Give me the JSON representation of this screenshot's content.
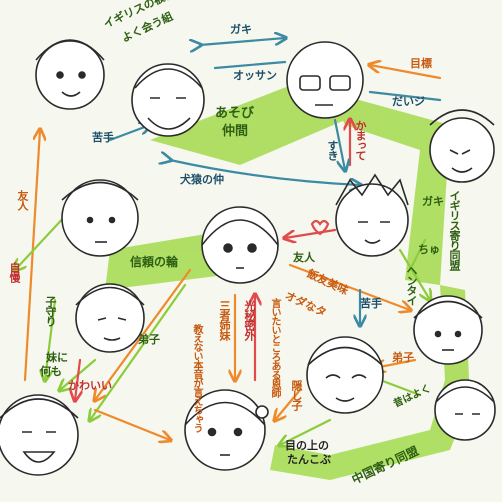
{
  "labels": {
    "igirisu_shodai": "イギリスの被害に",
    "yoku_au_kumi": "よく会う組",
    "gaki_top": "ガキ",
    "ossan": "オッサン",
    "mokuhyo": "目標",
    "daijobu": "だいジ",
    "asobi": "あそび",
    "nakama": "仲間",
    "nigate_left": "苦手",
    "kakatte": "かまって",
    "sukinda": "すき",
    "inuzaru": "犬猿の仲",
    "gaki_right": "ガキ",
    "igirisu_domei": "イギリス寄り同盟",
    "yuujin_left": "友人",
    "shinrai": "信頼の輪",
    "yuujin_mid": "友人",
    "hanshidai": "飯友美味",
    "nigate_mid": "苦手",
    "oreta_ni": "オダなタ",
    "hentai": "ヘンタイ",
    "chu": "ちゅ",
    "jiman": "自慢",
    "kosodate": "子守り",
    "imouto_ni": "妹に",
    "nanimo": "何も",
    "kawaii": "かわいい",
    "deshi_left": "弟子",
    "kyoikujo": "教えない本音が言えちゃう",
    "sanmitsu": "三者姉妹",
    "hikari": "光秘密外",
    "kenkyo": "言いたいところある恩師",
    "deshi_right": "弟子",
    "kakushi": "隠し子",
    "mukashi": "昔はよく",
    "me_no_ue": "目の上の",
    "tankobu": "たんこぶ",
    "chugoku_domei": "中国寄り同盟"
  },
  "colors": {
    "green_band": "#a9dc57",
    "orange_arrow": "#ee8a2c",
    "teal_arrow": "#3c8aa3",
    "red_arrow": "#e24b4b",
    "lime_arrow": "#8ccc3c",
    "ink": "#2a2a2a"
  },
  "characters": [
    {
      "name": "girl-top-left-face"
    },
    {
      "name": "bearded-man-face"
    },
    {
      "name": "glasses-man-face"
    },
    {
      "name": "hat-man-face"
    },
    {
      "name": "slicked-hair-man-face"
    },
    {
      "name": "center-bob-face"
    },
    {
      "name": "spiky-man-face"
    },
    {
      "name": "curly-man-face"
    },
    {
      "name": "cap-man-face"
    },
    {
      "name": "laughing-man-face"
    },
    {
      "name": "flower-girl-face"
    },
    {
      "name": "smiling-eyes-man-face"
    },
    {
      "name": "bowl-cut-man-face"
    }
  ]
}
